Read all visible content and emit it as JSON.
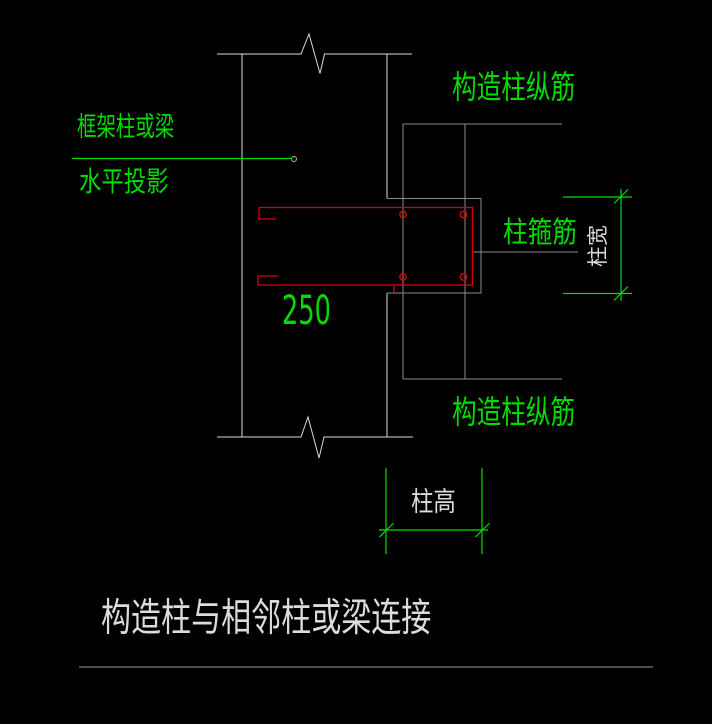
{
  "colors": {
    "green": "#00DC00",
    "red": "#DE0000",
    "white": "#DCDCDC",
    "gray": "#8C8C8C",
    "bg": "#000000"
  },
  "diagram": {
    "labels": {
      "frame_projection_line1": "框架柱或梁",
      "frame_projection_line2": "水平投影",
      "top_longitudinal_bars": "构造柱纵筋",
      "stirrup": "柱箍筋",
      "bottom_longitudinal_bars": "构造柱纵筋",
      "embedment_length": "250",
      "column_width": "柱宽",
      "column_depth": "柱高"
    },
    "title": "构造柱与相邻柱或梁连接"
  }
}
